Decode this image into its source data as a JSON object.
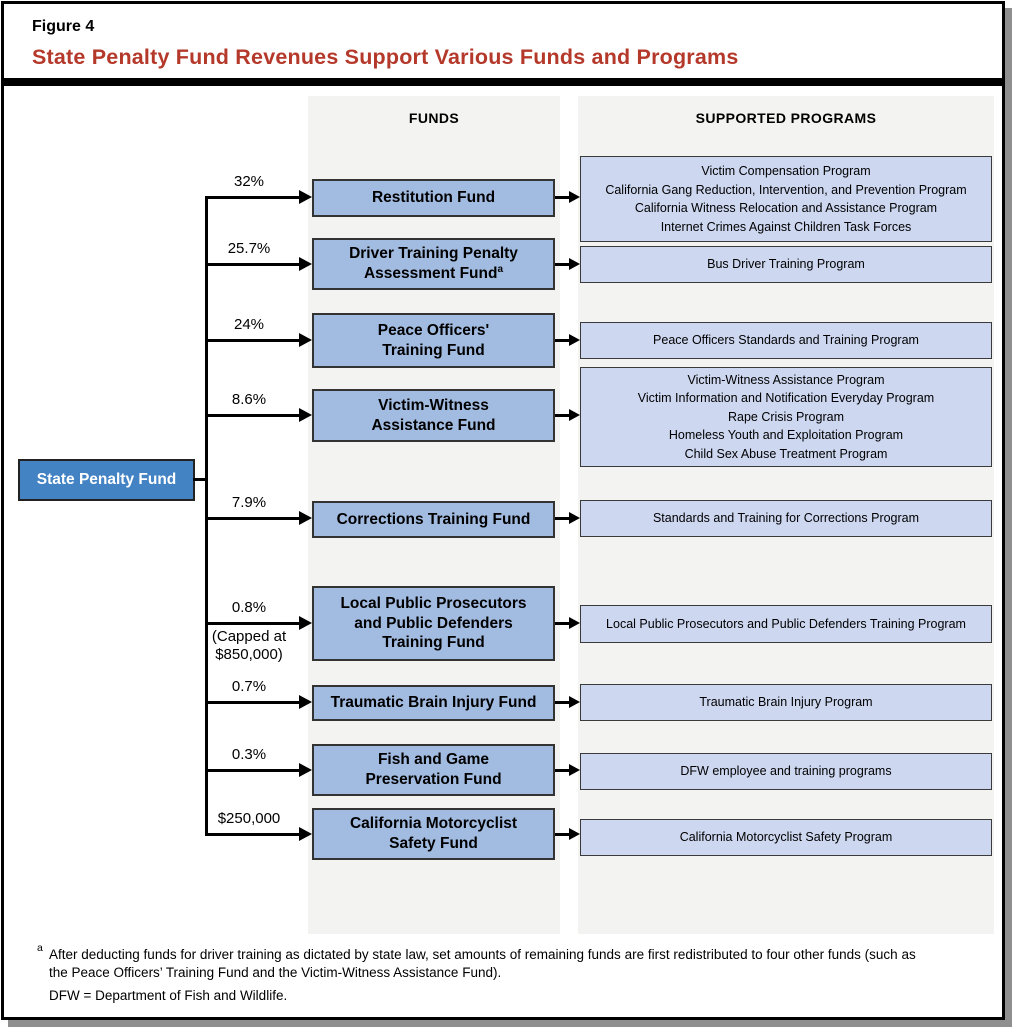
{
  "figure": {
    "label": "Figure 4",
    "title": "State Penalty Fund Revenues Support Various Funds and Programs"
  },
  "columns": {
    "funds_header": "FUNDS",
    "programs_header": "SUPPORTED PROGRAMS"
  },
  "source": {
    "label": "State Penalty Fund"
  },
  "rows": [
    {
      "allocation": "32%",
      "fund": {
        "lines": [
          "Restitution Fund"
        ]
      },
      "programs": [
        "Victim Compensation Program",
        "California Gang Reduction, Intervention, and Prevention Program",
        "California Witness Relocation and Assistance Program",
        "Internet Crimes Against Children Task Forces"
      ]
    },
    {
      "allocation": "25.7%",
      "fund": {
        "lines": [
          "Driver Training Penalty",
          "Assessment Fund"
        ],
        "sup": "a"
      },
      "programs": [
        "Bus Driver Training Program"
      ]
    },
    {
      "allocation": "24%",
      "fund": {
        "lines": [
          "Peace Officers'",
          "Training Fund"
        ]
      },
      "programs": [
        "Peace Officers Standards and Training Program"
      ]
    },
    {
      "allocation": "8.6%",
      "fund": {
        "lines": [
          "Victim-Witness",
          "Assistance Fund"
        ]
      },
      "programs": [
        "Victim-Witness Assistance Program",
        "Victim Information and Notification Everyday Program",
        "Rape Crisis Program",
        "Homeless Youth and Exploitation Program",
        "Child Sex Abuse Treatment Program"
      ]
    },
    {
      "allocation": "7.9%",
      "fund": {
        "lines": [
          "Corrections Training Fund"
        ]
      },
      "programs": [
        "Standards and Training for Corrections Program"
      ]
    },
    {
      "allocation": "0.8%",
      "allocation_note_lines": [
        "(Capped at",
        "$850,000)"
      ],
      "fund": {
        "lines": [
          "Local Public Prosecutors",
          "and Public Defenders",
          "Training Fund"
        ]
      },
      "programs": [
        "Local Public Prosecutors and Public Defenders Training Program"
      ]
    },
    {
      "allocation": "0.7%",
      "fund": {
        "lines": [
          "Traumatic Brain Injury Fund"
        ]
      },
      "programs": [
        "Traumatic Brain Injury Program"
      ]
    },
    {
      "allocation": "0.3%",
      "fund": {
        "lines": [
          "Fish and Game",
          "Preservation Fund"
        ]
      },
      "programs": [
        "DFW employee and training programs"
      ]
    },
    {
      "allocation": "$250,000",
      "fund": {
        "lines": [
          "California Motorcyclist",
          "Safety Fund"
        ]
      },
      "programs": [
        "California Motorcyclist Safety Program"
      ]
    }
  ],
  "footnote": {
    "marker": "a",
    "line1": "After deducting funds for driver training as dictated by state law, set amounts of remaining funds are first redistributed to four other funds (such as",
    "line2": "the Peace Officers’ Training Fund and the Victim-Witness Assistance Fund).",
    "abbreviation": "DFW = Department of Fish and Wildlife."
  },
  "colors": {
    "title_red": "#B5392B",
    "fund_fill": "#A2BBE0",
    "program_fill": "#CDD7F0",
    "source_fill": "#4383C4",
    "column_bg": "#F3F3F1",
    "shadow_gray": "#8F8F8F"
  }
}
